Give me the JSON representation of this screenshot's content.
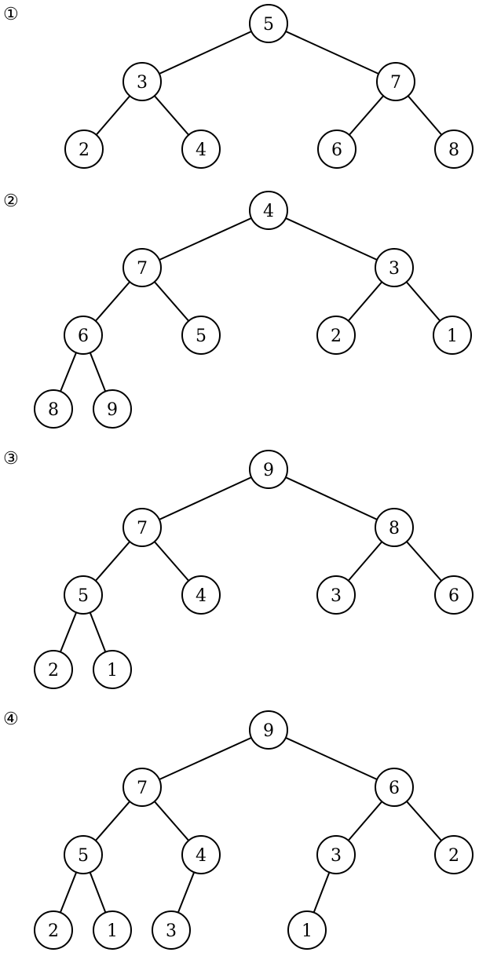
{
  "trees": [
    {
      "label": "①",
      "nodes": [
        "5",
        "3",
        "7",
        "2",
        "4",
        "6",
        "8"
      ],
      "parents": [
        null,
        0,
        0,
        1,
        1,
        2,
        2
      ]
    },
    {
      "label": "②",
      "nodes": [
        "4",
        "7",
        "3",
        "6",
        "5",
        "2",
        "1",
        "8",
        "9"
      ],
      "parents": [
        null,
        0,
        0,
        1,
        1,
        2,
        2,
        3,
        3
      ]
    },
    {
      "label": "③",
      "nodes": [
        "9",
        "7",
        "8",
        "5",
        "4",
        "3",
        "6",
        "2",
        "1"
      ],
      "parents": [
        null,
        0,
        0,
        1,
        1,
        2,
        2,
        3,
        3
      ]
    },
    {
      "label": "④",
      "nodes": [
        "9",
        "7",
        "6",
        "5",
        "4",
        "3",
        "2",
        "2",
        "1",
        "3",
        "1"
      ],
      "parents": [
        null,
        0,
        0,
        1,
        1,
        2,
        2,
        3,
        3,
        4,
        5
      ]
    }
  ]
}
